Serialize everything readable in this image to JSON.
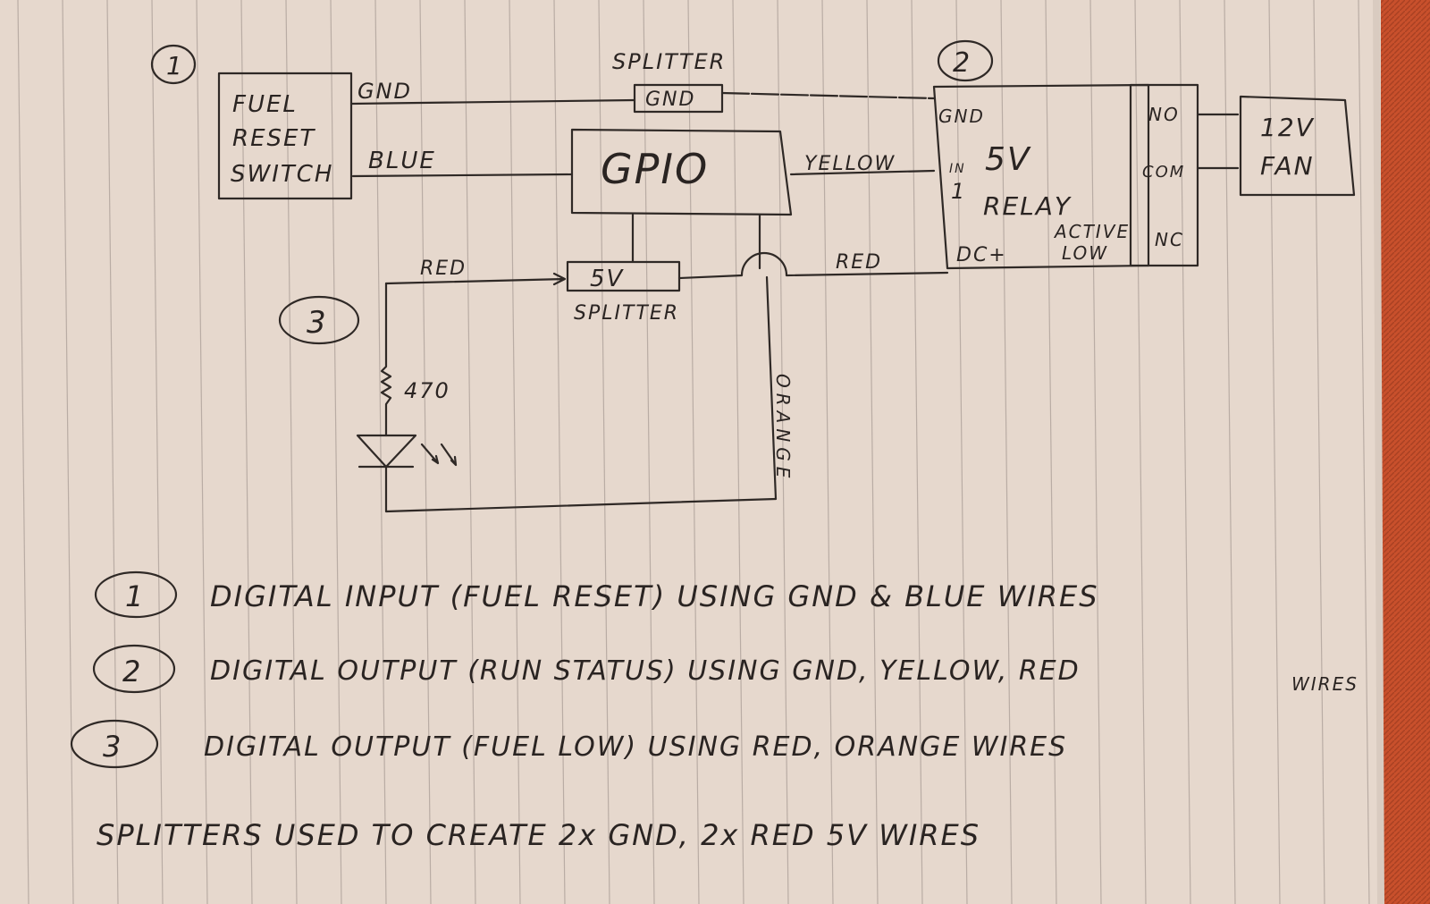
{
  "circuit": {
    "section_markers": [
      "1",
      "2",
      "3"
    ],
    "fuel_reset_switch": {
      "line1": "FUEL",
      "line2": "RESET",
      "line3": "SWITCH"
    },
    "wires": {
      "gnd": "GND",
      "blue": "BLUE",
      "yellow": "YELLOW",
      "red_left": "RED",
      "red_right": "RED",
      "orange": "ORANGE"
    },
    "gnd_splitter": {
      "title": "SPLITTER",
      "label": "GND"
    },
    "gpio": {
      "label": "GPIO"
    },
    "relay": {
      "gnd": "GND",
      "in": "IN",
      "in_num": "1",
      "voltage": "5V",
      "name": "RELAY",
      "active": "ACTIVE",
      "low": "LOW",
      "dc": "DC+",
      "no": "NO",
      "com": "COM",
      "nc": "NC"
    },
    "fan": {
      "line1": "12V",
      "line2": "FAN"
    },
    "v5_splitter": {
      "label": "5V",
      "title": "SPLITTER"
    },
    "resistor": {
      "value": "470"
    }
  },
  "notes": [
    {
      "num": "1",
      "text": "DIGITAL INPUT (FUEL RESET) USING GND & BLUE WIRES"
    },
    {
      "num": "2",
      "text": "DIGITAL OUTPUT (RUN STATUS) USING GND, YELLOW, RED",
      "cont": "WIRES"
    },
    {
      "num": "3",
      "text": "DIGITAL OUTPUT (FUEL LOW) USING RED, ORANGE WIRES"
    },
    {
      "text": "SPLITTERS USED TO CREATE 2x GND, 2x RED 5V WIRES"
    }
  ],
  "colors": {
    "paper": "#e6d8cd",
    "ink": "#2f2926",
    "rule": "#b9aca4",
    "fabric": "#c8502c"
  }
}
